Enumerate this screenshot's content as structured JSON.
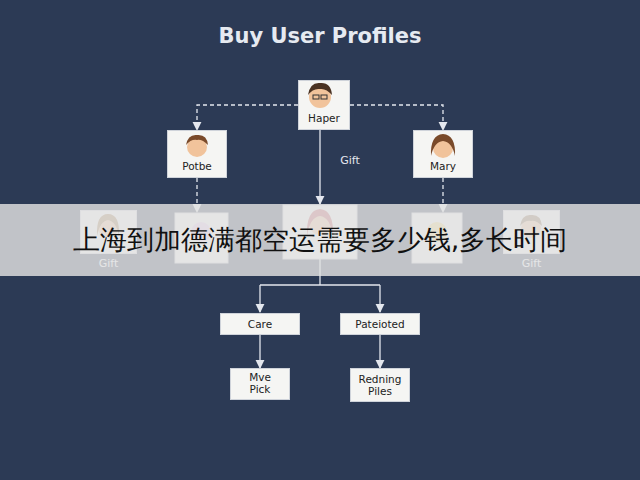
{
  "diagram": {
    "title": "Buy User Profiles",
    "nodes": [
      {
        "text": [
          "Haper"
        ]
      },
      {
        "text": [
          "Potbe"
        ]
      },
      {
        "text": [
          "Mary"
        ]
      },
      {
        "text": [
          "Gift"
        ]
      },
      {
        "text": [
          "Gift"
        ]
      },
      {
        "text": [
          "Care"
        ]
      },
      {
        "text": [
          "Pateioted"
        ]
      },
      {
        "text": [
          "Mve Pick"
        ]
      },
      {
        "text": [
          "Redning Piles"
        ]
      }
    ],
    "edges": [
      {
        "from": 0,
        "to": 1,
        "arrow": "to"
      },
      {
        "from": 0,
        "to": 2,
        "arrow": "to"
      },
      {
        "from": 5,
        "to": 7,
        "arrow": "to"
      },
      {
        "from": 6,
        "to": 8,
        "arrow": "to"
      }
    ],
    "labels": [
      "Gift",
      "上海到加德满都空运需要多少钱,多长时间"
    ]
  }
}
